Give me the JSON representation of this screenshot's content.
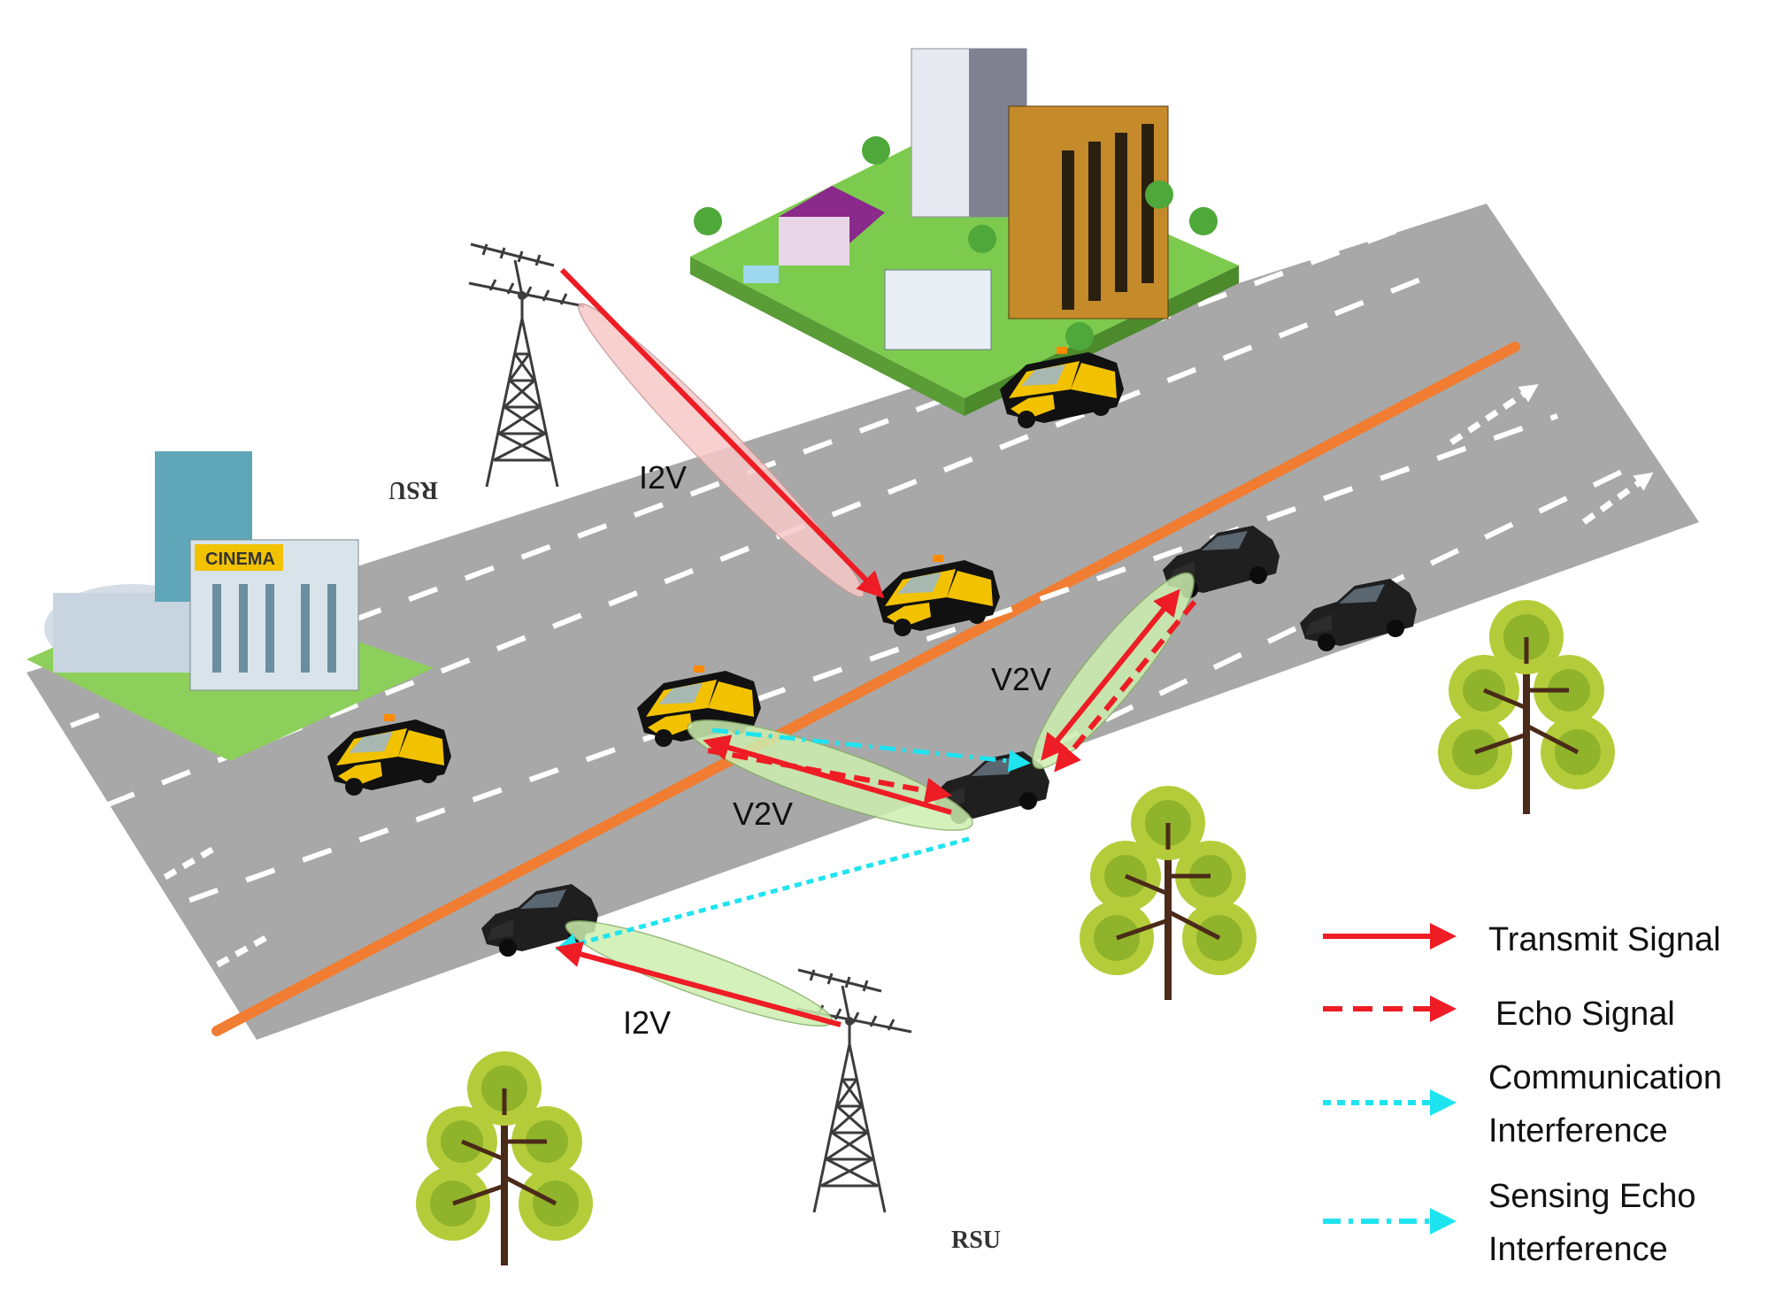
{
  "labels": {
    "i2v_top": "I2V",
    "i2v_bottom": "I2V",
    "v2v_right": "V2V",
    "v2v_mid": "V2V",
    "rsu_top": "RSU",
    "rsu_bottom": "RSU",
    "cinema_sign": "CINEMA"
  },
  "legend": {
    "items": [
      {
        "line1": "Transmit Signal",
        "line2": "",
        "style": "solid"
      },
      {
        "line1": "Echo Signal",
        "line2": "",
        "style": "dashed"
      },
      {
        "line1": "Communication",
        "line2": "Interference",
        "style": "dotted"
      },
      {
        "line1": "Sensing Echo",
        "line2": "Interference",
        "style": "dashdot"
      }
    ]
  },
  "colors": {
    "transmit": "#ee1c24",
    "interference": "#1ee4f0",
    "road": "#a8a8a8",
    "median": "#f07d32",
    "beam_i2v_top": "#f7c8c8",
    "beam_green": "#cdeeb0",
    "taxi": "#f2c200",
    "car": "#222222",
    "tree_foliage": "#b5cc3a",
    "tree_trunk": "#4a2a18"
  },
  "icons": [
    "rsu-tower-icon",
    "taxi-icon",
    "car-icon",
    "tree-icon",
    "building-icon",
    "city-block-icon"
  ]
}
